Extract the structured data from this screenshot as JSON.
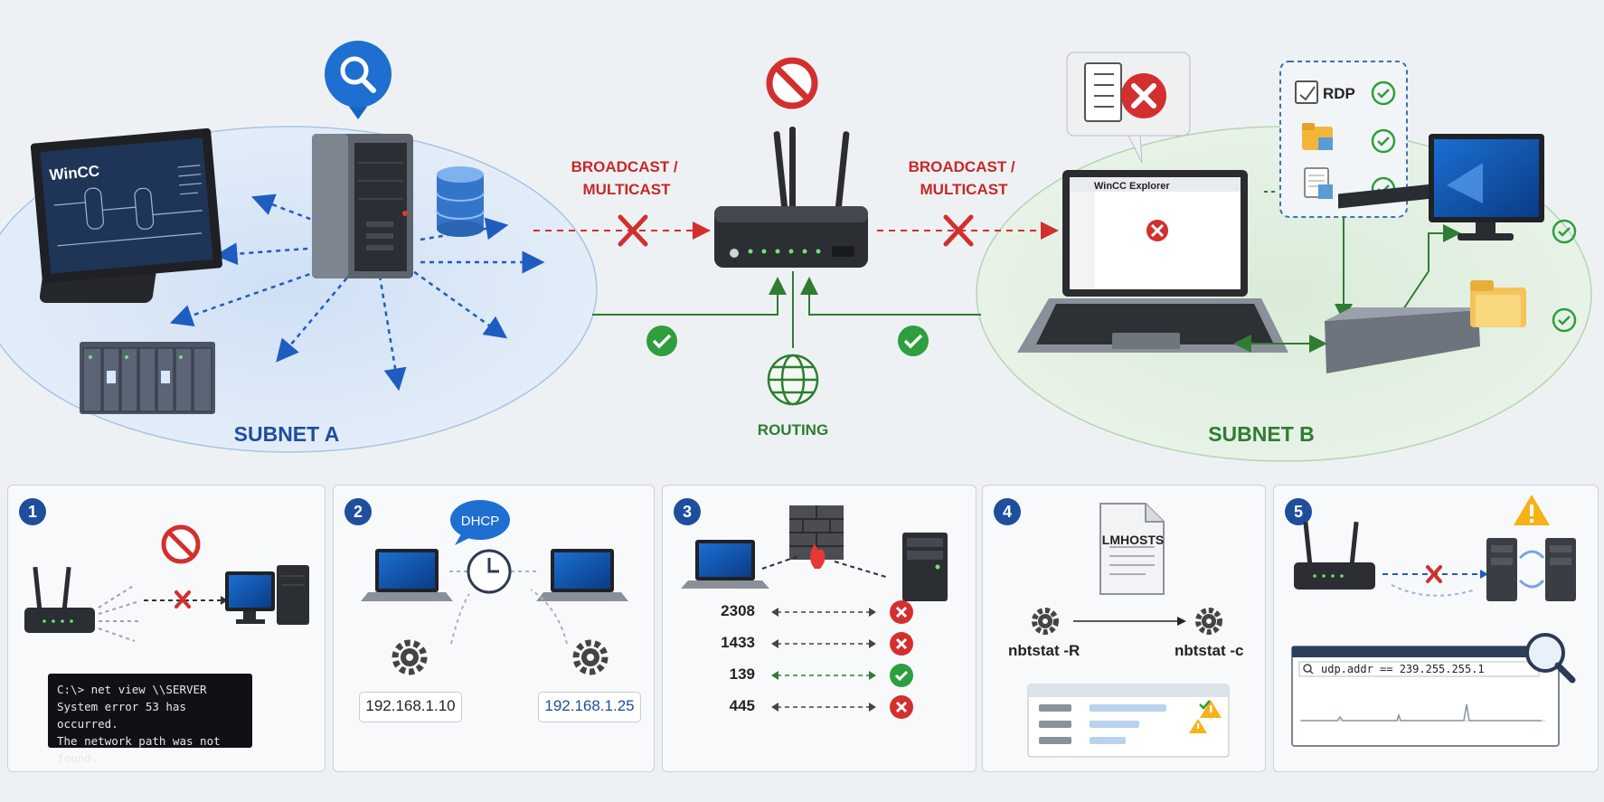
{
  "top": {
    "wincc_label": "WinCC",
    "broadcast_left": [
      "BROADCAST /",
      "MULTICAST"
    ],
    "broadcast_right": [
      "BROADCAST /",
      "MULTICAST"
    ],
    "routing_label": "ROUTING",
    "subnet_a_label": "SUBNET A",
    "subnet_b_label": "SUBNET B",
    "explorer_title": "WinCC Explorer",
    "services": {
      "rdp_label": "RDP"
    },
    "colors": {
      "subnet_a": "#1f4e9c",
      "subnet_b": "#2e7d32",
      "blocked": "#d32f2f",
      "ok": "#2e9e3e"
    }
  },
  "panels": [
    {
      "number": "1",
      "terminal_lines": [
        "C:\\> net view \\\\SERVER",
        "System error 53 has occurred.",
        "The network path was not found."
      ]
    },
    {
      "number": "2",
      "bubble_label": "DHCP",
      "ip_left": "192.168.1.10",
      "ip_right": "192.168.1.25"
    },
    {
      "number": "3",
      "ports": [
        {
          "port": "2308",
          "status": "blocked"
        },
        {
          "port": "1433",
          "status": "blocked"
        },
        {
          "port": "139",
          "status": "open"
        },
        {
          "port": "445",
          "status": "blocked"
        }
      ]
    },
    {
      "number": "4",
      "doc_label": "LMHOSTS",
      "cmd_left": "nbtstat -R",
      "cmd_right": "nbtstat -c"
    },
    {
      "number": "5",
      "filter_text": "udp.addr == 239.255.255.1"
    }
  ]
}
